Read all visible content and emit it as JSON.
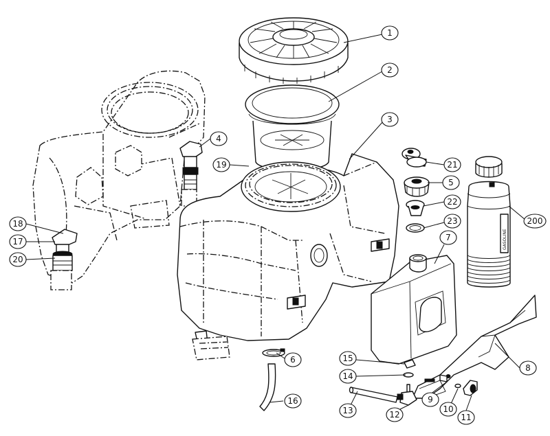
{
  "callouts": [
    {
      "id": "c1",
      "label": "1"
    },
    {
      "id": "c2",
      "label": "2"
    },
    {
      "id": "c3",
      "label": "3"
    },
    {
      "id": "c4",
      "label": "4"
    },
    {
      "id": "c5",
      "label": "5"
    },
    {
      "id": "c6",
      "label": "6"
    },
    {
      "id": "c7",
      "label": "7"
    },
    {
      "id": "c8",
      "label": "8"
    },
    {
      "id": "c9",
      "label": "9"
    },
    {
      "id": "c10",
      "label": "10"
    },
    {
      "id": "c11",
      "label": "11"
    },
    {
      "id": "c12",
      "label": "12"
    },
    {
      "id": "c13",
      "label": "13"
    },
    {
      "id": "c14",
      "label": "14"
    },
    {
      "id": "c15",
      "label": "15"
    },
    {
      "id": "c16",
      "label": "16"
    },
    {
      "id": "c17",
      "label": "17"
    },
    {
      "id": "c18",
      "label": "18"
    },
    {
      "id": "c19",
      "label": "19"
    },
    {
      "id": "c20",
      "label": "20"
    },
    {
      "id": "c21",
      "label": "21"
    },
    {
      "id": "c22",
      "label": "22"
    },
    {
      "id": "c23",
      "label": "23"
    },
    {
      "id": "c200",
      "label": "200"
    }
  ],
  "bottle_label": "GASOLINE"
}
